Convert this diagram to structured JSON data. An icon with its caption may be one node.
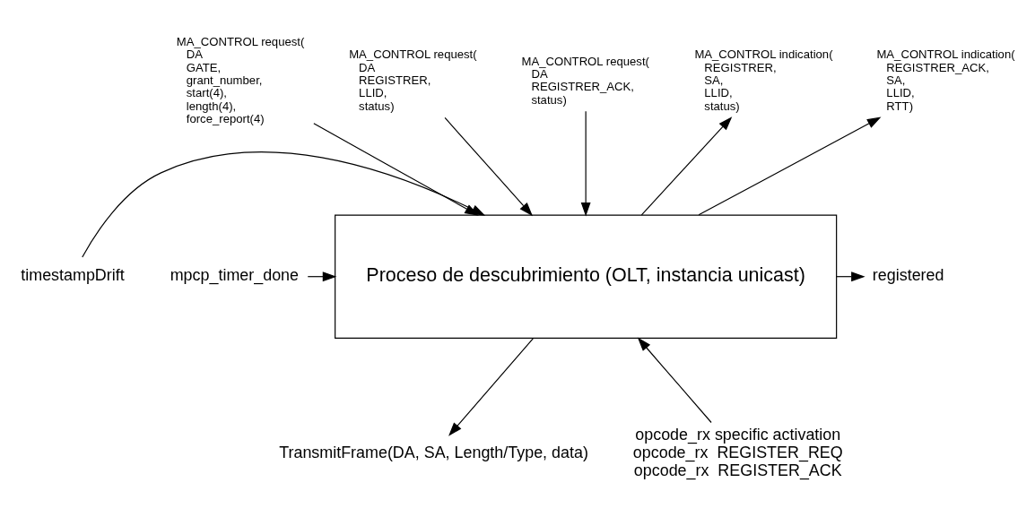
{
  "diagram": {
    "nodes": [
      {
        "text": [
          "Proceso de descubrimiento (OLT, instancia unicast)"
        ]
      },
      {
        "text": [
          "MA_CONTROL request(",
          "DA GATE, grant_number, start(4), length(4), force_report(4)"
        ]
      },
      {
        "text": [
          "MA_CONTROL request(",
          "DA REGISTRER, LLID, status)"
        ]
      },
      {
        "text": [
          "MA_CONTROL request(",
          "DA REGISTRER_ACK, status)"
        ]
      },
      {
        "text": [
          "MA_CONTROL indication(",
          "REGISTRER, SA, LLID, status)"
        ]
      },
      {
        "text": [
          "MA_CONTROL indication(",
          "REGISTRER_ACK, SA, LLID, RTT)"
        ]
      },
      {
        "text": [
          "timestampDrift"
        ]
      },
      {
        "text": [
          "mpcp_timer_done"
        ]
      },
      {
        "text": [
          "registered"
        ]
      },
      {
        "text": [
          "TransmitFrame(DA, SA, Length/Type, data)"
        ]
      },
      {
        "text": [
          "opcode_rx specific activation",
          "opcode_rx  REGISTER_REQ",
          "opcode_rx  REGISTER_ACK"
        ]
      }
    ],
    "edges": [
      {
        "from": 1,
        "to": 0,
        "arrow": "to"
      },
      {
        "from": 2,
        "to": 0,
        "arrow": "to"
      },
      {
        "from": 3,
        "to": 0,
        "arrow": "to"
      },
      {
        "from": 0,
        "to": 4,
        "arrow": "to"
      },
      {
        "from": 0,
        "to": 5,
        "arrow": "to"
      },
      {
        "from": 6,
        "to": 0,
        "arrow": "to"
      },
      {
        "from": 7,
        "to": 0,
        "arrow": "to"
      },
      {
        "from": 0,
        "to": 8,
        "arrow": "to"
      },
      {
        "from": 0,
        "to": 9,
        "arrow": "to"
      },
      {
        "from": 10,
        "to": 0,
        "arrow": "to"
      }
    ]
  }
}
